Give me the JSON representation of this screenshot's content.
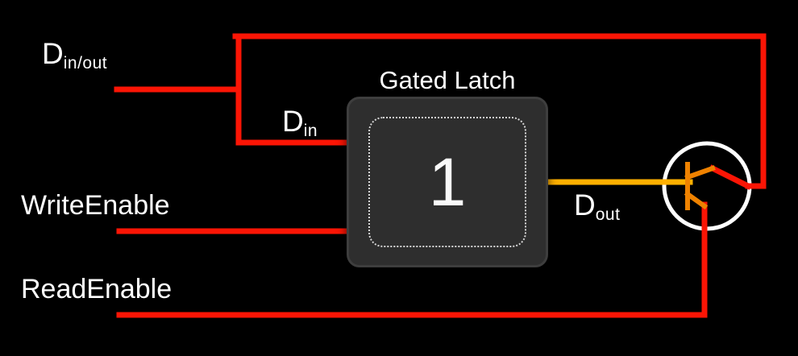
{
  "title": "Gated Latch",
  "latch": {
    "value": "1"
  },
  "labels": {
    "d_in_out": {
      "base": "D",
      "sub": "in/out"
    },
    "d_in": {
      "base": "D",
      "sub": "in"
    },
    "d_out": {
      "base": "D",
      "sub": "out"
    },
    "write_enable": "WriteEnable",
    "read_enable": "ReadEnable"
  },
  "colors": {
    "background": "#000000",
    "text": "#ffffff",
    "wire_red": "#fb1505",
    "wire_yellow": "#ffb000",
    "wire_orange": "#ef8200",
    "latch_fill": "#2e2e2e",
    "latch_border": "#3e3e3e"
  }
}
